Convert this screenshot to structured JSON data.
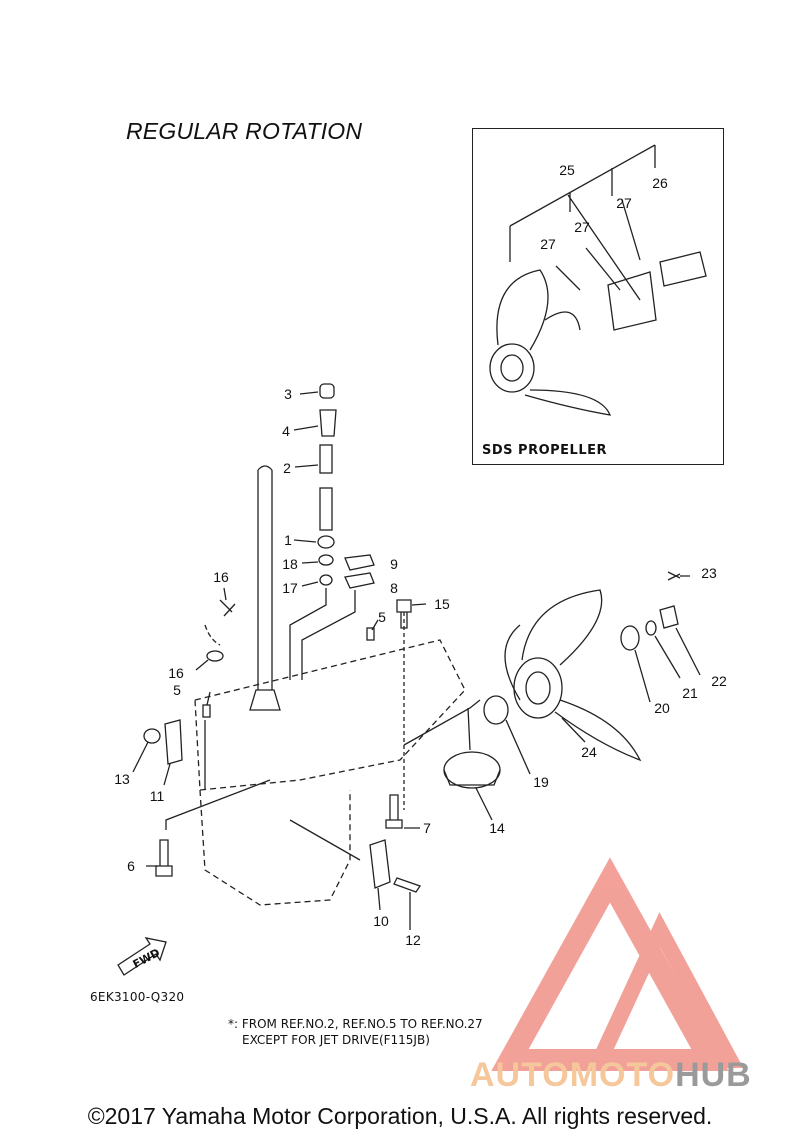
{
  "title": "REGULAR ROTATION",
  "inset": {
    "label": "SDS PROPELLER",
    "callouts": [
      "25",
      "26",
      "27",
      "27",
      "27"
    ]
  },
  "callouts": [
    "3",
    "4",
    "2",
    "1",
    "18",
    "17",
    "9",
    "8",
    "16",
    "16",
    "5",
    "5",
    "15",
    "23",
    "22",
    "21",
    "20",
    "24",
    "19",
    "14",
    "13",
    "11",
    "7",
    "6",
    "10",
    "12"
  ],
  "fwd_label": "FWD",
  "diagram_code": "6EK3100-Q320",
  "note": {
    "line1": "*: FROM REF.NO.2, REF.NO.5 TO REF.NO.27",
    "line2": "EXCEPT FOR JET DRIVE(F115JB)"
  },
  "copyright": "©2017 Yamaha Motor Corporation, U.S.A. All rights reserved.",
  "watermark": {
    "part1": "AUTOMOTO",
    "part2": "HUB",
    "color_logo": "#f08a80",
    "color_text1": "#f5c79a",
    "color_text2": "#9a9a9a"
  }
}
